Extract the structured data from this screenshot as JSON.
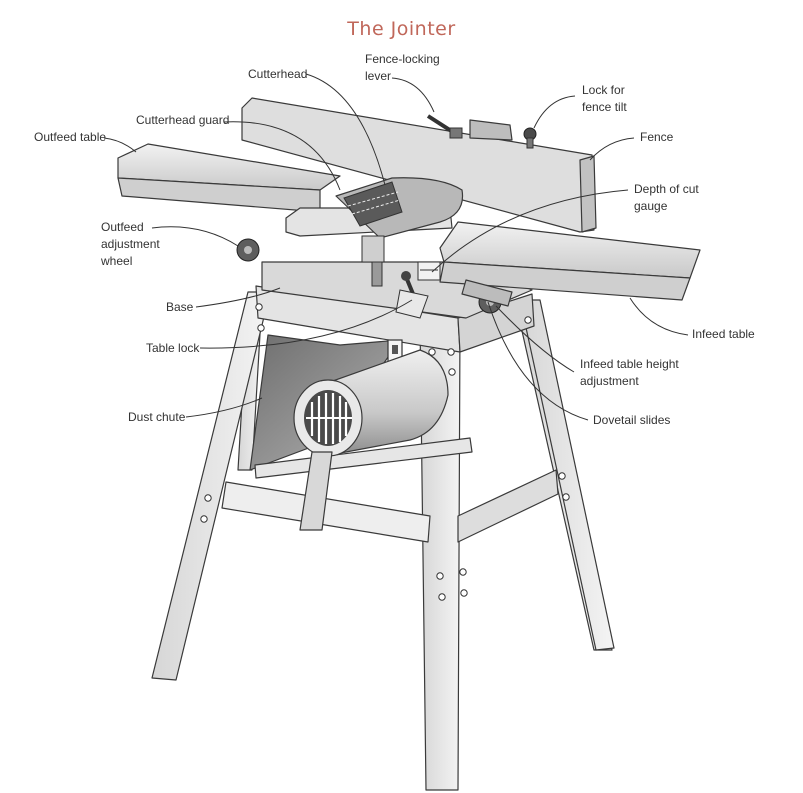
{
  "title": "The Jointer",
  "labels": {
    "cutterhead": "Cutterhead",
    "fence_locking_lever": "Fence-locking\nlever",
    "lock_fence_tilt": "Lock for\nfence tilt",
    "cutterhead_guard": "Cutterhead guard",
    "outfeed_table": "Outfeed table",
    "fence": "Fence",
    "depth_of_cut_gauge": "Depth of cut\ngauge",
    "outfeed_adjustment_wheel": "Outfeed\nadjustment\nwheel",
    "base": "Base",
    "infeed_table": "Infeed table",
    "table_lock": "Table lock",
    "infeed_table_height_adjustment": "Infeed table height\nadjustment",
    "dust_chute": "Dust chute",
    "dovetail_slides": "Dovetail slides"
  },
  "colors": {
    "title": "#c0675a",
    "metal_light": "#e8e8e8",
    "metal_mid": "#cfcfcf",
    "metal_dark": "#9a9a9a",
    "line": "#3a3a3a"
  }
}
